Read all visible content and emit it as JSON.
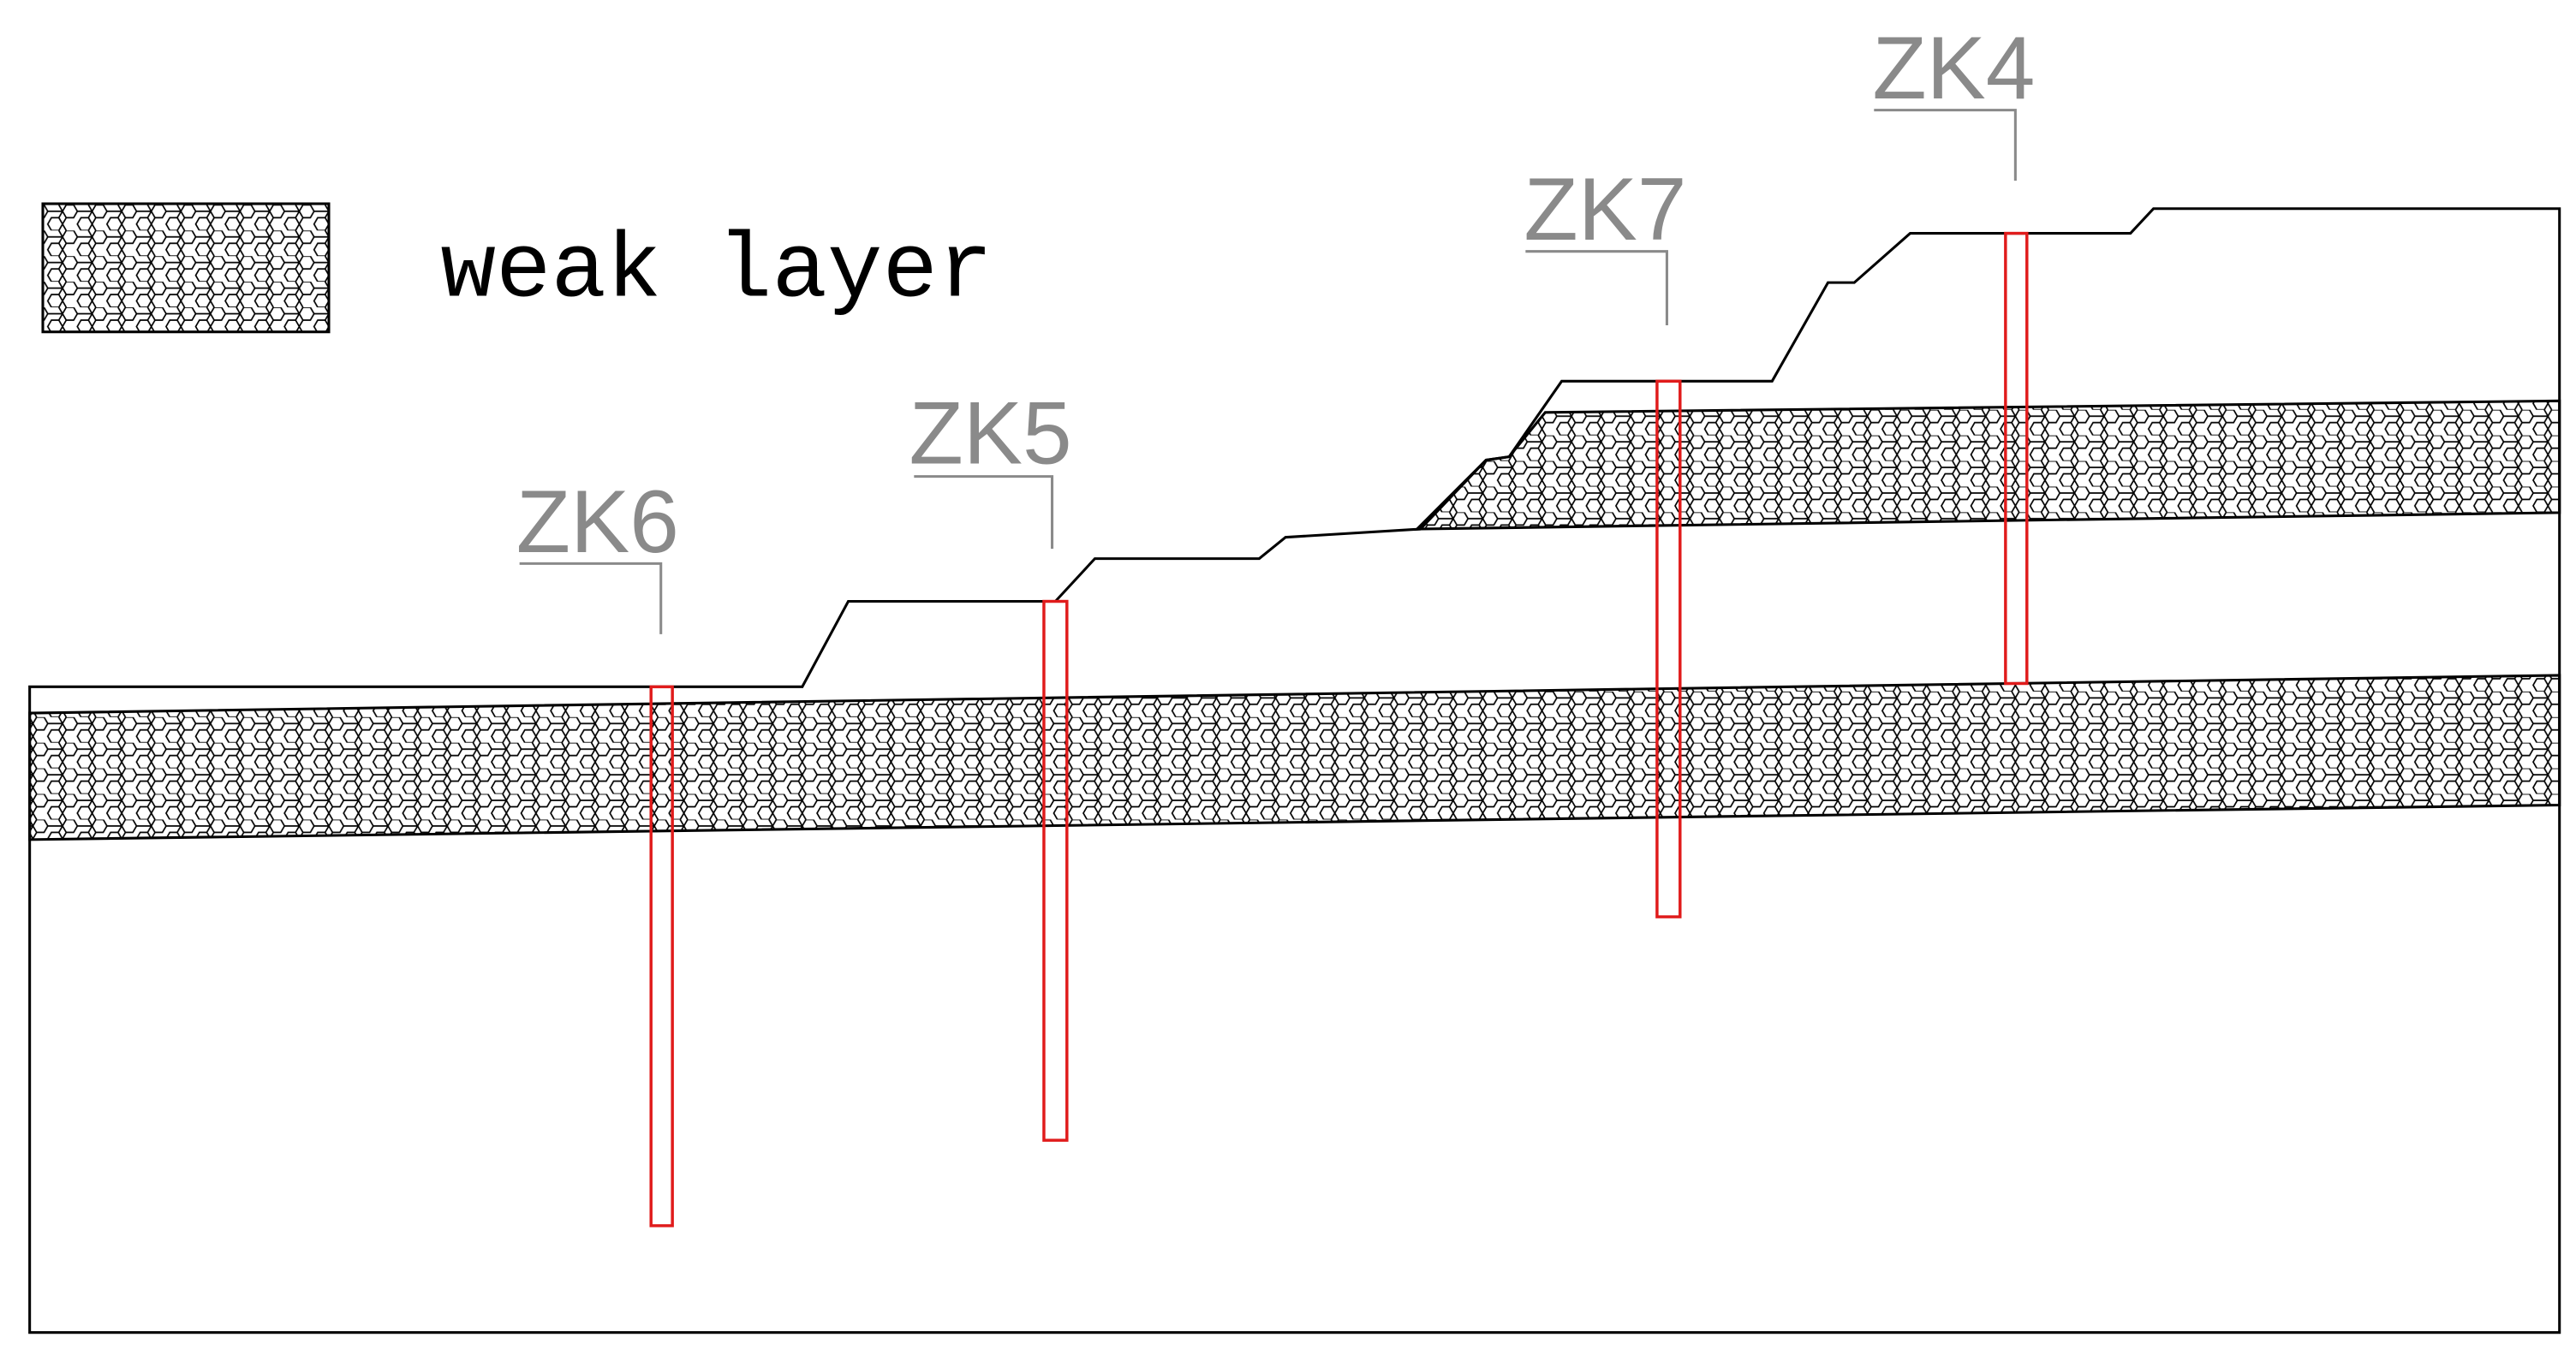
{
  "legend": {
    "weak_layer_label": "weak layer"
  },
  "boreholes": [
    {
      "id": "zk6",
      "label": "ZK6"
    },
    {
      "id": "zk5",
      "label": "ZK5"
    },
    {
      "id": "zk7",
      "label": "ZK7"
    },
    {
      "id": "zk4",
      "label": "ZK4"
    }
  ],
  "colors": {
    "outline": "#000000",
    "borehole": "#e01b1b",
    "label_grey": "#8a8a8a"
  },
  "icons": {
    "legend_swatch": "hexagon-pattern-icon"
  }
}
